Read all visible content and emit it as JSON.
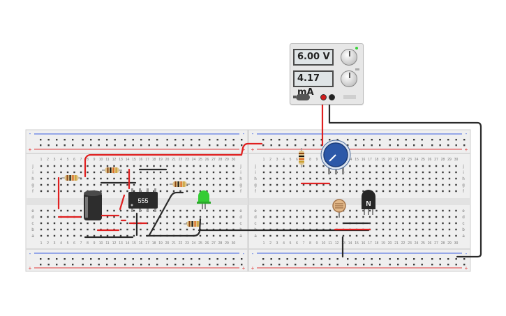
{
  "power_supply": {
    "voltage": "6.00 V",
    "current": "4.17 mA"
  },
  "ic": {
    "label": "555"
  },
  "transistor": {
    "label": "N"
  },
  "colors": {
    "wire_red": "#e02020",
    "wire_black": "#2a2a2a",
    "breadboard": "#efefef",
    "rail_red": "#e23b3b",
    "rail_blue": "#3b5fe2",
    "led_green": "#33cc33",
    "potentiometer": "#2c58a8"
  },
  "breadboard_left": {
    "column_numbers": [
      "1",
      "2",
      "3",
      "4",
      "5",
      "6",
      "7",
      "8",
      "9",
      "10",
      "11",
      "12",
      "13",
      "14",
      "15",
      "16",
      "17",
      "18",
      "19",
      "20",
      "21",
      "22",
      "23",
      "24",
      "25",
      "26",
      "27",
      "28",
      "29",
      "30"
    ],
    "row_letters_top": [
      "j",
      "i",
      "h",
      "g",
      "f"
    ],
    "row_letters_bottom": [
      "e",
      "d",
      "c",
      "b",
      "a"
    ],
    "rail_plus": "+",
    "rail_minus": "-"
  },
  "breadboard_right": {
    "column_numbers": [
      "1",
      "2",
      "3",
      "4",
      "5",
      "6",
      "7",
      "8",
      "9",
      "10",
      "11",
      "12",
      "13",
      "14",
      "15",
      "16",
      "17",
      "18",
      "19",
      "20",
      "21",
      "22",
      "23",
      "24",
      "25",
      "26",
      "27",
      "28",
      "29",
      "30"
    ],
    "row_letters_top": [
      "j",
      "i",
      "h",
      "g",
      "f"
    ],
    "row_letters_bottom": [
      "e",
      "d",
      "c",
      "b",
      "a"
    ],
    "rail_plus": "+",
    "rail_minus": "-"
  }
}
